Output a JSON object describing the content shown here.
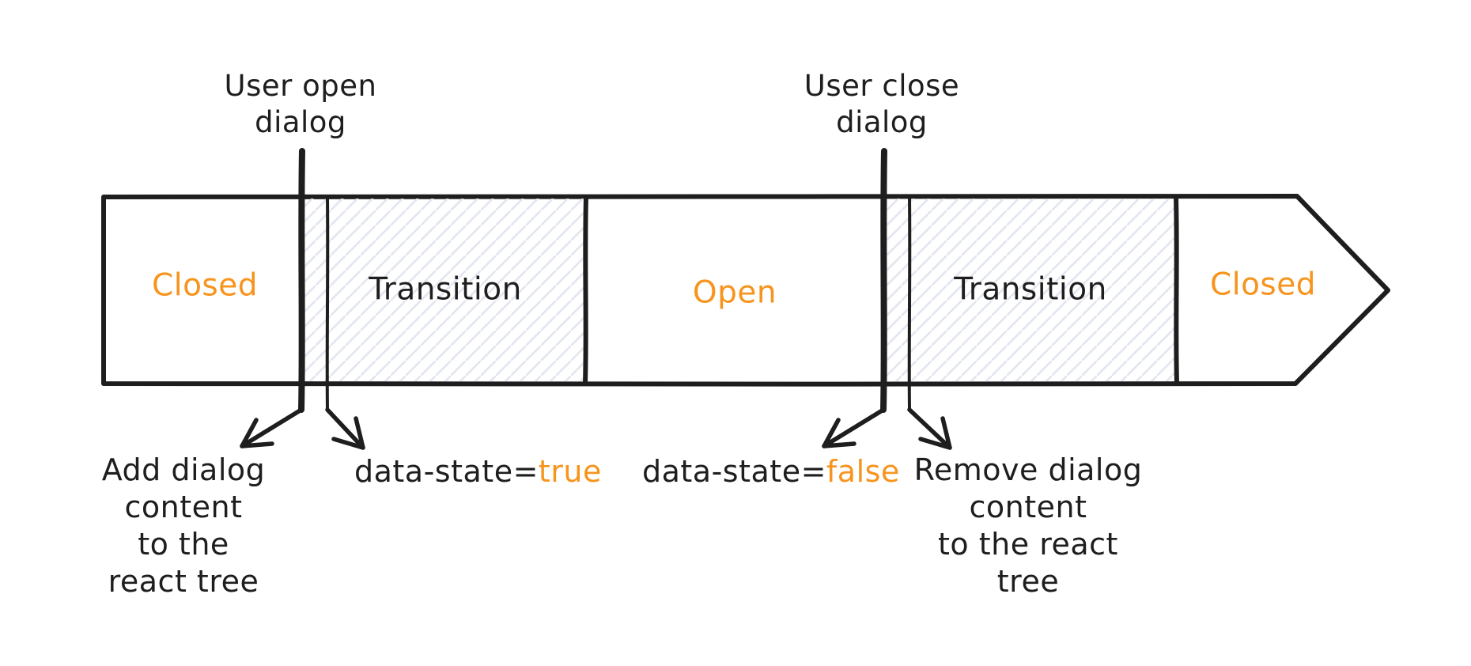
{
  "colors": {
    "ink": "#1e1e1e",
    "accent": "#f7941d",
    "hatch": "#e2e6ee",
    "background": "#ffffff"
  },
  "events": {
    "open": {
      "lines": [
        "User open",
        "dialog"
      ]
    },
    "close": {
      "lines": [
        "User close",
        "dialog"
      ]
    }
  },
  "timeline": {
    "segments": [
      {
        "id": "closed-1",
        "label": "Closed",
        "accent": true,
        "hatched": false
      },
      {
        "id": "transition-1",
        "label": "Transition",
        "accent": false,
        "hatched": true
      },
      {
        "id": "open",
        "label": "Open",
        "accent": true,
        "hatched": false
      },
      {
        "id": "transition-2",
        "label": "Transition",
        "accent": false,
        "hatched": true
      },
      {
        "id": "closed-2",
        "label": "Closed",
        "accent": true,
        "hatched": false
      }
    ]
  },
  "annotations": {
    "add_dialog": {
      "lines": [
        "Add dialog",
        "content",
        "to the",
        "react tree"
      ]
    },
    "state_true": {
      "prefix": "data-state=",
      "value": "true"
    },
    "state_false": {
      "prefix": "data-state=",
      "value": "false"
    },
    "remove_dialog": {
      "lines": [
        "Remove dialog",
        "content",
        "to the react",
        "tree"
      ]
    }
  }
}
